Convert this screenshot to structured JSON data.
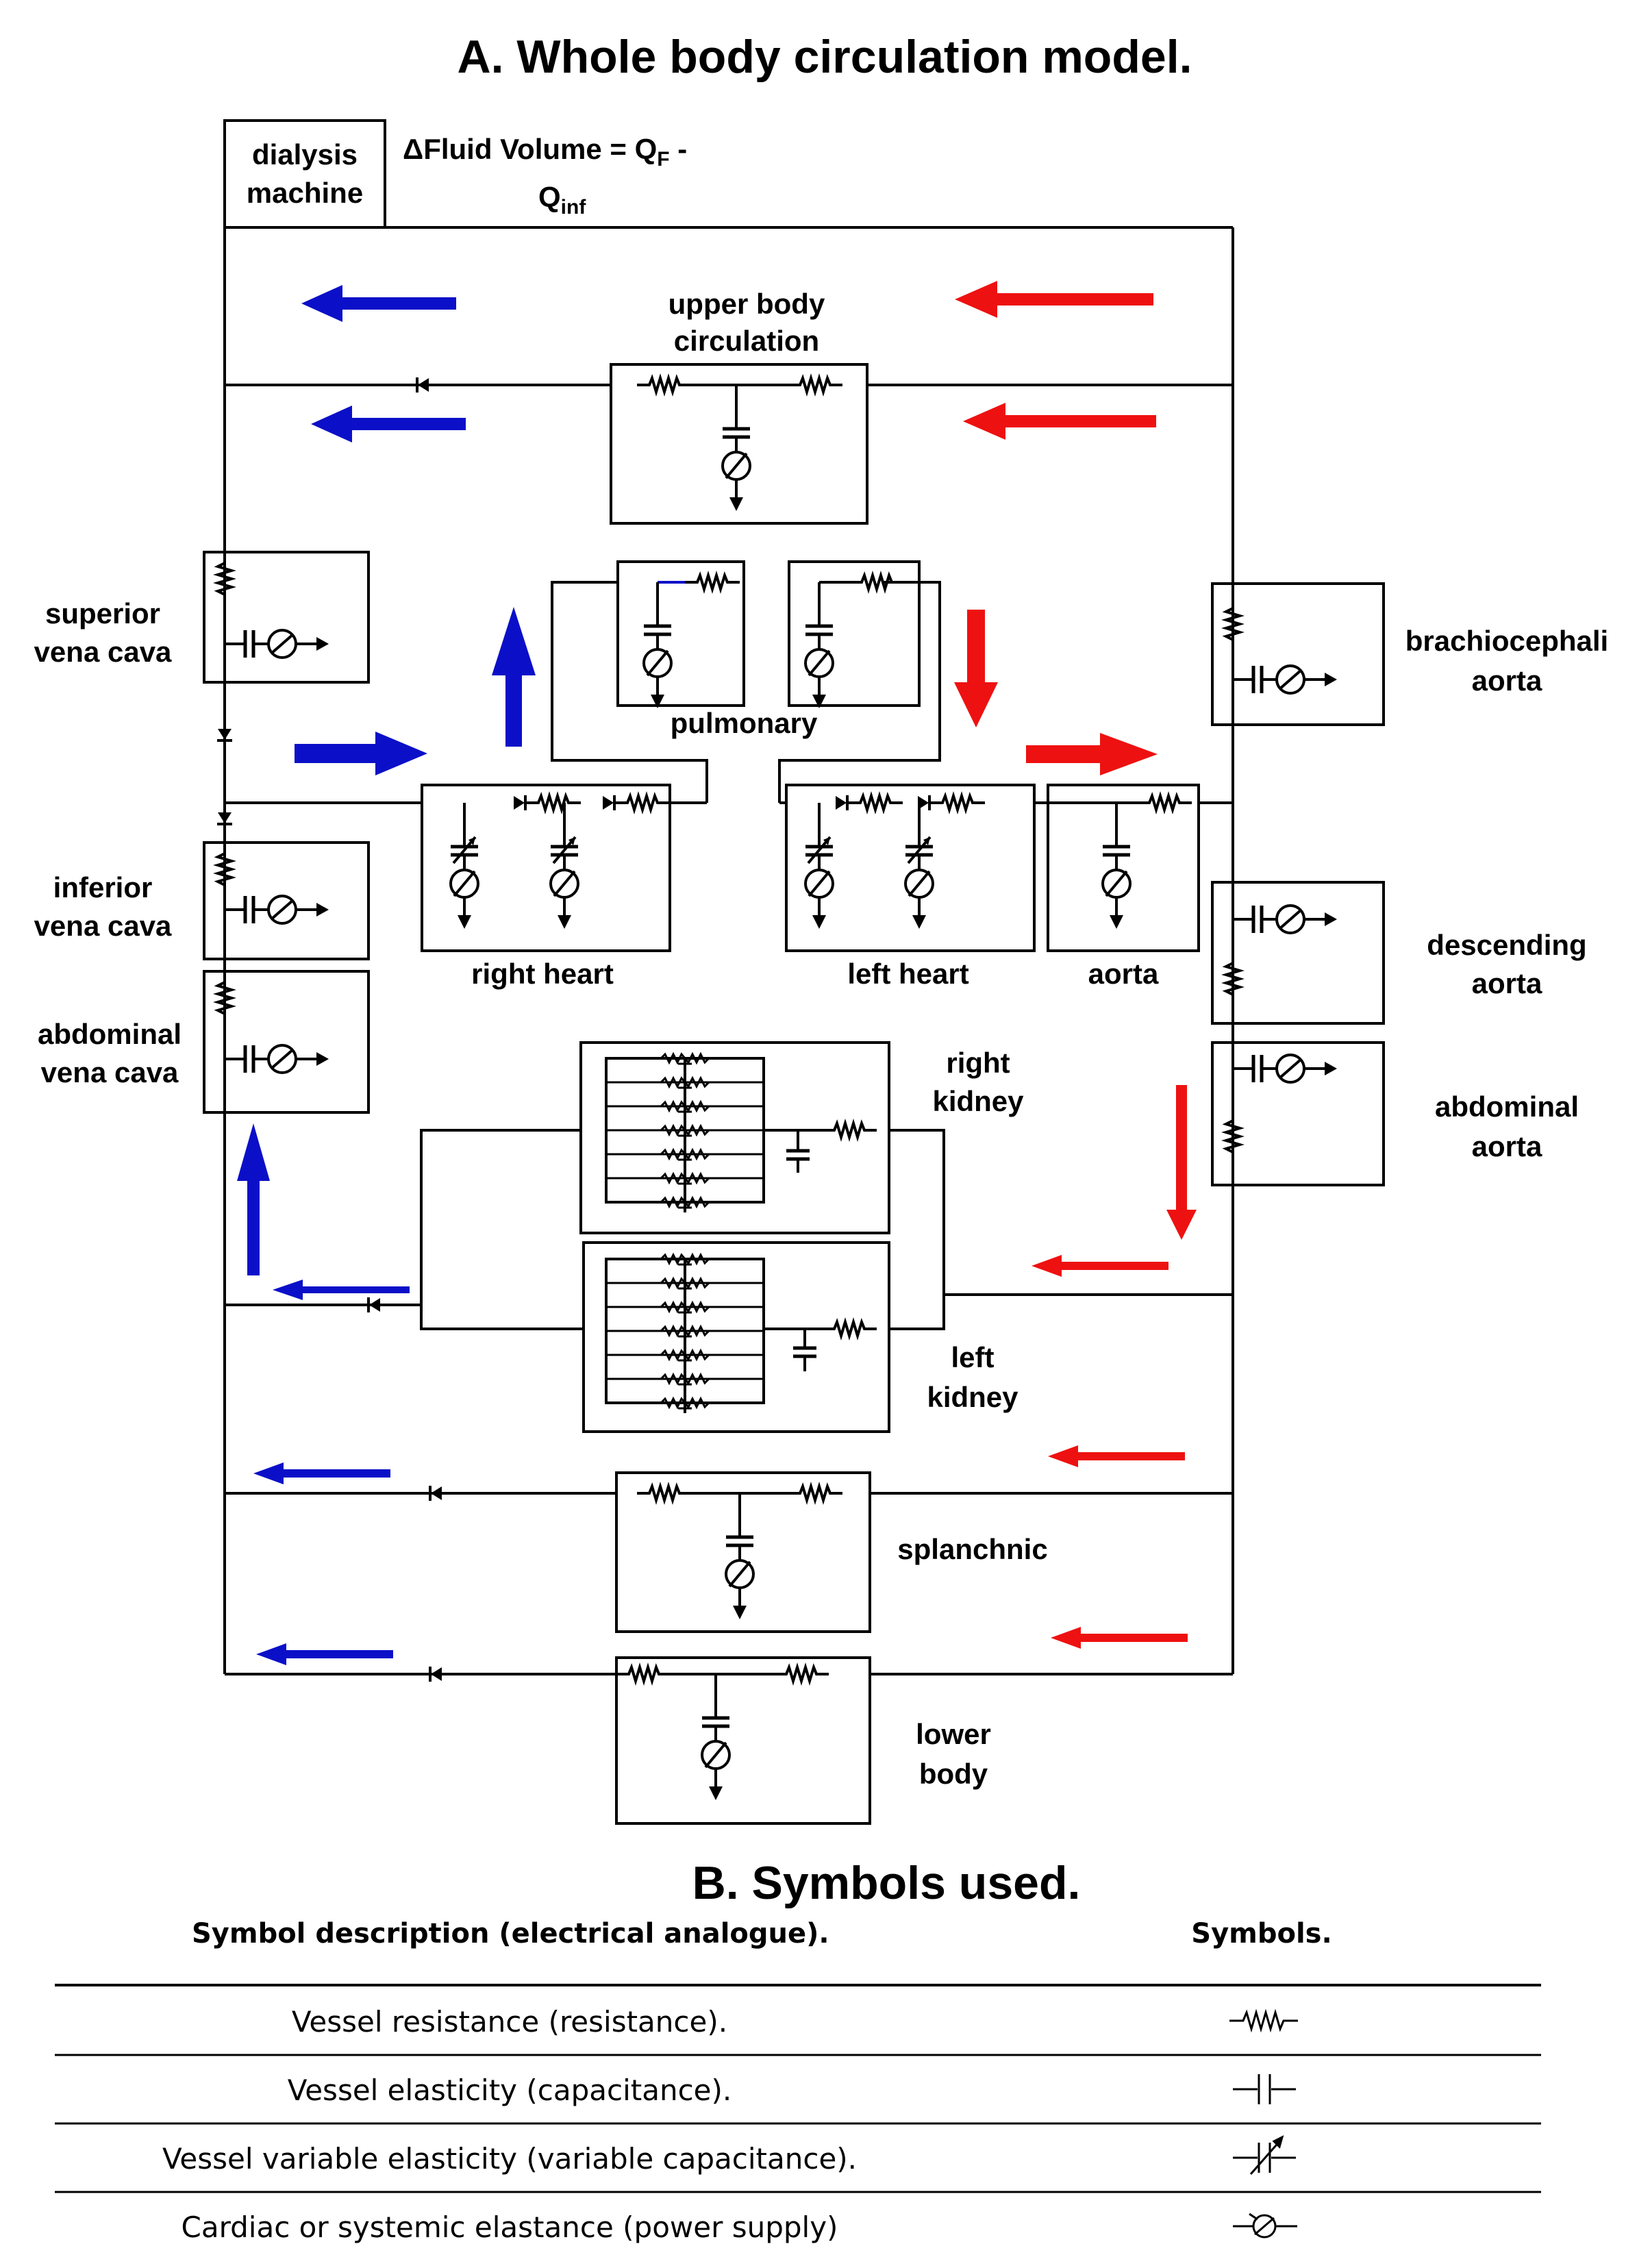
{
  "title_a": "A. Whole body circulation model.",
  "title_b": "B. Symbols used.",
  "colors": {
    "venous": "#0b10c8",
    "arterial": "#ee1111",
    "line": "#000000"
  },
  "dialysis": {
    "line1": "dialysis",
    "line2": "machine"
  },
  "fluid_eq": {
    "prefix": "ΔFluid Volume = Q",
    "sub1": "F",
    "suffix": " -",
    "line2": "Q",
    "sub2": "inf"
  },
  "labels": {
    "upper_body_1": "upper body",
    "upper_body_2": "circulation",
    "svc_1": "superior",
    "svc_2": "vena cava",
    "ivc_1": "inferior",
    "ivc_2": "vena cava",
    "avc_1": "abdominal",
    "avc_2": "vena cava",
    "pulmonary": "pulmonary",
    "right_heart": "right heart",
    "left_heart": "left heart",
    "aorta": "aorta",
    "brach_1": "brachiocephali",
    "brach_2": "aorta",
    "desc_1": "descending",
    "desc_2": "aorta",
    "abd_1": "abdominal",
    "abd_2": "aorta",
    "rk_1": "right",
    "rk_2": "kidney",
    "lk_1": "left",
    "lk_2": "kidney",
    "splanchnic": "splanchnic",
    "lower_1": "lower",
    "lower_2": "body"
  },
  "table": {
    "header_desc": "Symbol description (electrical analogue).",
    "header_sym": "Symbols.",
    "rows": [
      {
        "desc": "Vessel resistance (resistance).",
        "symbol": "resistor-icon"
      },
      {
        "desc": "Vessel elasticity (capacitance).",
        "symbol": "capacitor-icon"
      },
      {
        "desc": "Vessel variable elasticity (variable capacitance).",
        "symbol": "variable-capacitor-icon"
      },
      {
        "desc": "Cardiac or systemic elastance (power supply)",
        "symbol": "power-supply-icon"
      }
    ]
  }
}
